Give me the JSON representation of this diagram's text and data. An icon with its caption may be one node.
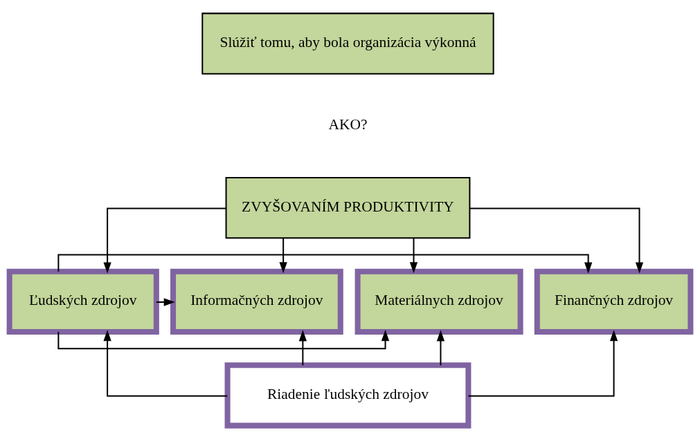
{
  "diagram": {
    "nodes": [
      {
        "text": [
          "Slúžiť tomu, aby bola organizácia výkonná"
        ]
      },
      {
        "text": [
          "ZVYŠOVANÍM PRODUKTIVITY"
        ]
      },
      {
        "text": [
          "Ľudských zdrojov"
        ]
      },
      {
        "text": [
          "Informačných zdrojov"
        ]
      },
      {
        "text": [
          "Materiálnych zdrojov"
        ]
      },
      {
        "text": [
          "Finančných zdrojov"
        ]
      },
      {
        "text": [
          "Riadenie ľudských zdrojov"
        ]
      }
    ],
    "edges": [
      {
        "from": 1,
        "to": 2,
        "arrow": "to"
      },
      {
        "from": 1,
        "to": 3,
        "arrow": "to"
      },
      {
        "from": 1,
        "to": 4,
        "arrow": "to"
      },
      {
        "from": 1,
        "to": 5,
        "arrow": "to"
      },
      {
        "from": 2,
        "to": 3,
        "arrow": "to"
      },
      {
        "from": 2,
        "to": 4,
        "arrow": "to"
      },
      {
        "from": 2,
        "to": 5,
        "arrow": "to"
      },
      {
        "from": 6,
        "to": 3,
        "arrow": "to"
      },
      {
        "from": 6,
        "to": 4,
        "arrow": "to"
      },
      {
        "from": 6,
        "to": 5,
        "arrow": "to"
      },
      {
        "from": 6,
        "to": 2,
        "arrow": "to"
      }
    ],
    "labels": [
      "AKO?"
    ]
  }
}
